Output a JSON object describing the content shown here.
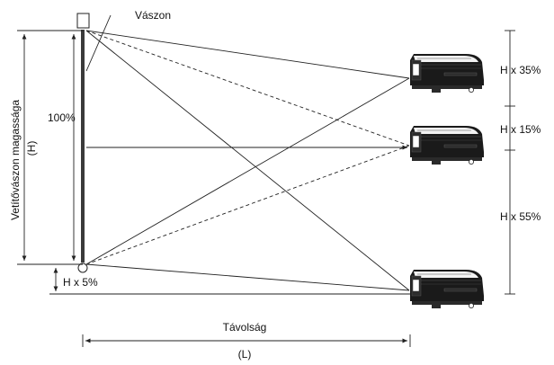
{
  "screen_label": "Vászon",
  "screen_height_label": "Vetítővászon magassága",
  "screen_height_symbol": "(H)",
  "percent_100": "100%",
  "bottom_offset": "H x 5%",
  "offset_top": "H x 35%",
  "offset_middle": "H x 15%",
  "offset_bottom": "H x 55%",
  "distance_label": "Távolság",
  "distance_symbol": "(L)",
  "colors": {
    "line": "#222222",
    "projector_body": "#1a1a1a",
    "screen_bar": "#3a3a3a"
  },
  "icons": [
    "projector-icon",
    "screen-roller-icon"
  ]
}
